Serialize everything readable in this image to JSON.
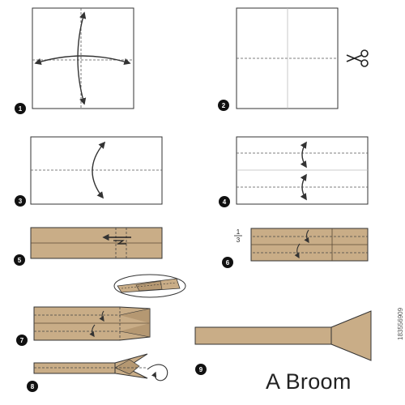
{
  "title": "A Broom",
  "side_id": "183556909",
  "steps": [
    "1",
    "2",
    "3",
    "4",
    "5",
    "6",
    "7",
    "8",
    "9"
  ],
  "fraction": {
    "numerator": "1",
    "denominator": "3"
  },
  "icons": {
    "cut": "scissors-icon"
  },
  "colors": {
    "paper": "#c9ad87",
    "paper_dark": "#b59872",
    "line": "#333333",
    "badge": "#111111",
    "background": "#ffffff"
  }
}
